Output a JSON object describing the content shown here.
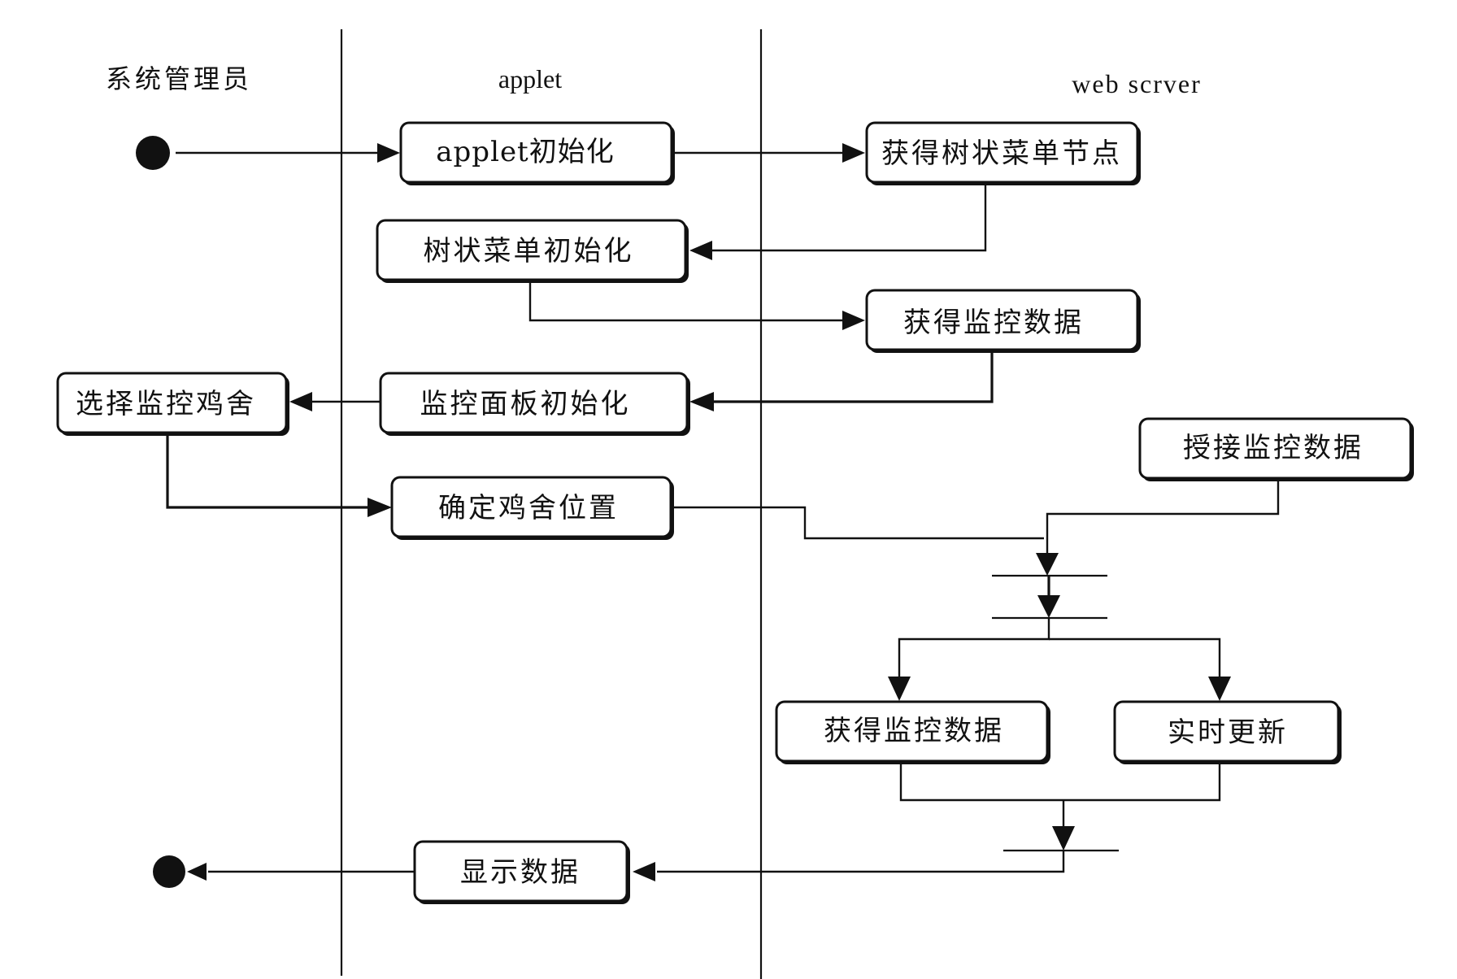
{
  "swimlanes": {
    "admin": "系统管理员",
    "applet": "applet",
    "server": "web scrver"
  },
  "nodes": {
    "applet_init": "applet初始化",
    "get_tree_nodes": "获得树状菜单节点",
    "tree_menu_init": "树状菜单初始化",
    "get_monitor_data_1": "获得监控数据",
    "select_coop": "选择监控鸡舍",
    "panel_init": "监控面板初始化",
    "receive_monitor_data": "授接监控数据",
    "locate_coop": "确定鸡舍位置",
    "get_monitor_data_2": "获得监控数据",
    "realtime_update": "实时更新",
    "show_data": "显示数据"
  }
}
